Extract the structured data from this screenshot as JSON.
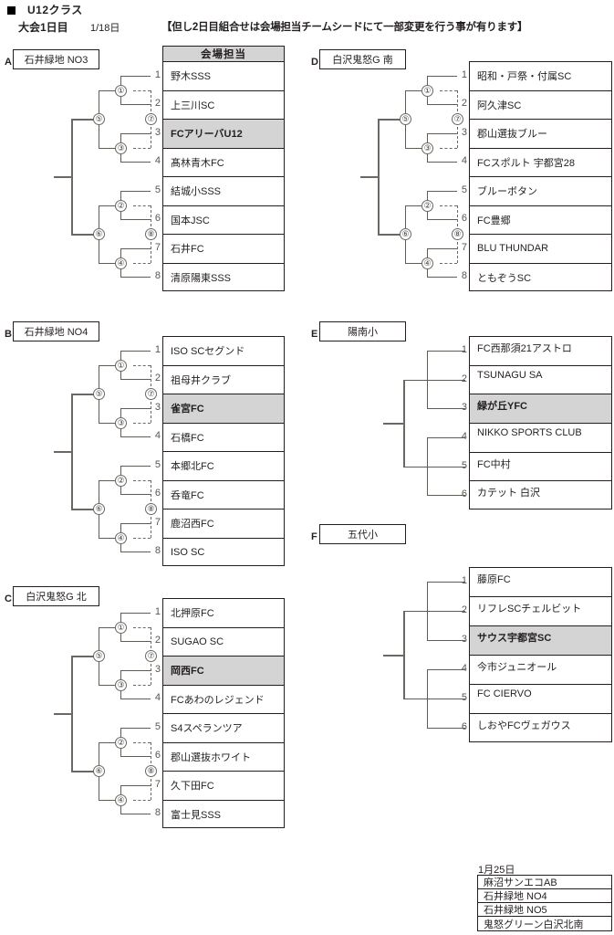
{
  "header": {
    "bullet": "square-bullet",
    "title": "U12クラス",
    "day_label": "大会1日目",
    "date": "1/18日",
    "note": "【但し2日目組合せは会場担当チームシードにて一部変更を行う事が有ります】",
    "host_band": "会場担当"
  },
  "colors": {
    "host_highlight": "#d4d4d4",
    "line": "#6b6762",
    "text": "#231f20",
    "seed_number": "#5a544e"
  },
  "blocks": [
    {
      "letter": "A",
      "venue": "石井緑地  NO3",
      "show_host_band": true,
      "bracket": "eight",
      "seeds": [
        "1",
        "2",
        "3",
        "4",
        "5",
        "6",
        "7",
        "8"
      ],
      "match_numbers": [
        "①",
        "②",
        "③",
        "④",
        "⑤",
        "⑥",
        "⑦",
        "⑧"
      ],
      "teams": [
        {
          "name": "野木SSS",
          "host": false
        },
        {
          "name": "上三川SC",
          "host": false
        },
        {
          "name": "FCアリーバU12",
          "host": true
        },
        {
          "name": "髙林青木FC",
          "host": false
        },
        {
          "name": "結城小SSS",
          "host": false
        },
        {
          "name": "国本JSC",
          "host": false
        },
        {
          "name": "石井FC",
          "host": false
        },
        {
          "name": "清原陽東SSS",
          "host": false
        }
      ]
    },
    {
      "letter": "D",
      "venue": "白沢鬼怒G  南",
      "show_host_band": false,
      "bracket": "eight",
      "seeds": [
        "1",
        "2",
        "3",
        "4",
        "5",
        "6",
        "7",
        "8"
      ],
      "match_numbers": [
        "①",
        "②",
        "③",
        "④",
        "⑤",
        "⑥",
        "⑦",
        "⑧"
      ],
      "teams": [
        {
          "name": "昭和・戸祭・付属SC",
          "host": false
        },
        {
          "name": "阿久津SC",
          "host": false
        },
        {
          "name": "郡山選抜ブルー",
          "host": false
        },
        {
          "name": "FCスポルト 宇都宮28",
          "host": false
        },
        {
          "name": "ブルーボタン",
          "host": false
        },
        {
          "name": "FC豊郷",
          "host": false
        },
        {
          "name": "BLU  THUNDAR",
          "host": false
        },
        {
          "name": "ともぞうSC",
          "host": false
        }
      ]
    },
    {
      "letter": "B",
      "venue": "石井緑地  NO4",
      "show_host_band": false,
      "bracket": "eight",
      "seeds": [
        "1",
        "2",
        "3",
        "4",
        "5",
        "6",
        "7",
        "8"
      ],
      "match_numbers": [
        "①",
        "②",
        "③",
        "④",
        "⑤",
        "⑥",
        "⑦",
        "⑧"
      ],
      "teams": [
        {
          "name": "ISO  SCセグンド",
          "host": false
        },
        {
          "name": "祖母井クラブ",
          "host": false
        },
        {
          "name": "雀宮FC",
          "host": true
        },
        {
          "name": "石橋FC",
          "host": false
        },
        {
          "name": "本郷北FC",
          "host": false
        },
        {
          "name": "呑竜FC",
          "host": false
        },
        {
          "name": "鹿沼西FC",
          "host": false
        },
        {
          "name": "ISO  SC",
          "host": false
        }
      ]
    },
    {
      "letter": "E",
      "venue": "陽南小",
      "show_host_band": false,
      "bracket": "six",
      "seeds": [
        "1",
        "2",
        "3",
        "4",
        "5",
        "6"
      ],
      "match_numbers": [],
      "teams": [
        {
          "name": "FC西那須21アストロ",
          "host": false
        },
        {
          "name": "TSUNAGU SA",
          "host": false
        },
        {
          "name": "緑が丘YFC",
          "host": true
        },
        {
          "name": "NIKKO SPORTS CLUB",
          "host": false
        },
        {
          "name": "FC中村",
          "host": false
        },
        {
          "name": "カテット 白沢",
          "host": false
        }
      ]
    },
    {
      "letter": "C",
      "venue": "白沢鬼怒G  北",
      "show_host_band": false,
      "bracket": "eight",
      "seeds": [
        "1",
        "2",
        "3",
        "4",
        "5",
        "6",
        "7",
        "8"
      ],
      "match_numbers": [
        "①",
        "②",
        "③",
        "④",
        "⑤",
        "⑥",
        "⑦",
        "⑧"
      ],
      "teams": [
        {
          "name": "北押原FC",
          "host": false
        },
        {
          "name": "SUGAO  SC",
          "host": false
        },
        {
          "name": "岡西FC",
          "host": true
        },
        {
          "name": "FCあわのレジェンド",
          "host": false
        },
        {
          "name": "S4スペランツア",
          "host": false
        },
        {
          "name": "郡山選抜ホワイト",
          "host": false
        },
        {
          "name": "久下田FC",
          "host": false
        },
        {
          "name": "富士見SSS",
          "host": false
        }
      ]
    },
    {
      "letter": "F",
      "venue": "五代小",
      "show_host_band": false,
      "bracket": "six",
      "seeds": [
        "1",
        "2",
        "3",
        "4",
        "5",
        "6"
      ],
      "match_numbers": [],
      "teams": [
        {
          "name": "藤原FC",
          "host": false
        },
        {
          "name": "リフレSCチェルビット",
          "host": false
        },
        {
          "name": "サウス宇都宮SC",
          "host": true
        },
        {
          "name": "今市ジュニオール",
          "host": false
        },
        {
          "name": "FC  CIERVO",
          "host": false
        },
        {
          "name": "しおやFCヴェガウス",
          "host": false
        }
      ]
    }
  ],
  "footer": {
    "date": "1月25日",
    "venues": [
      "麻沼サンエコAB",
      "石井緑地  NO4",
      "石井緑地  NO5",
      "鬼怒グリーン白沢北南"
    ]
  }
}
